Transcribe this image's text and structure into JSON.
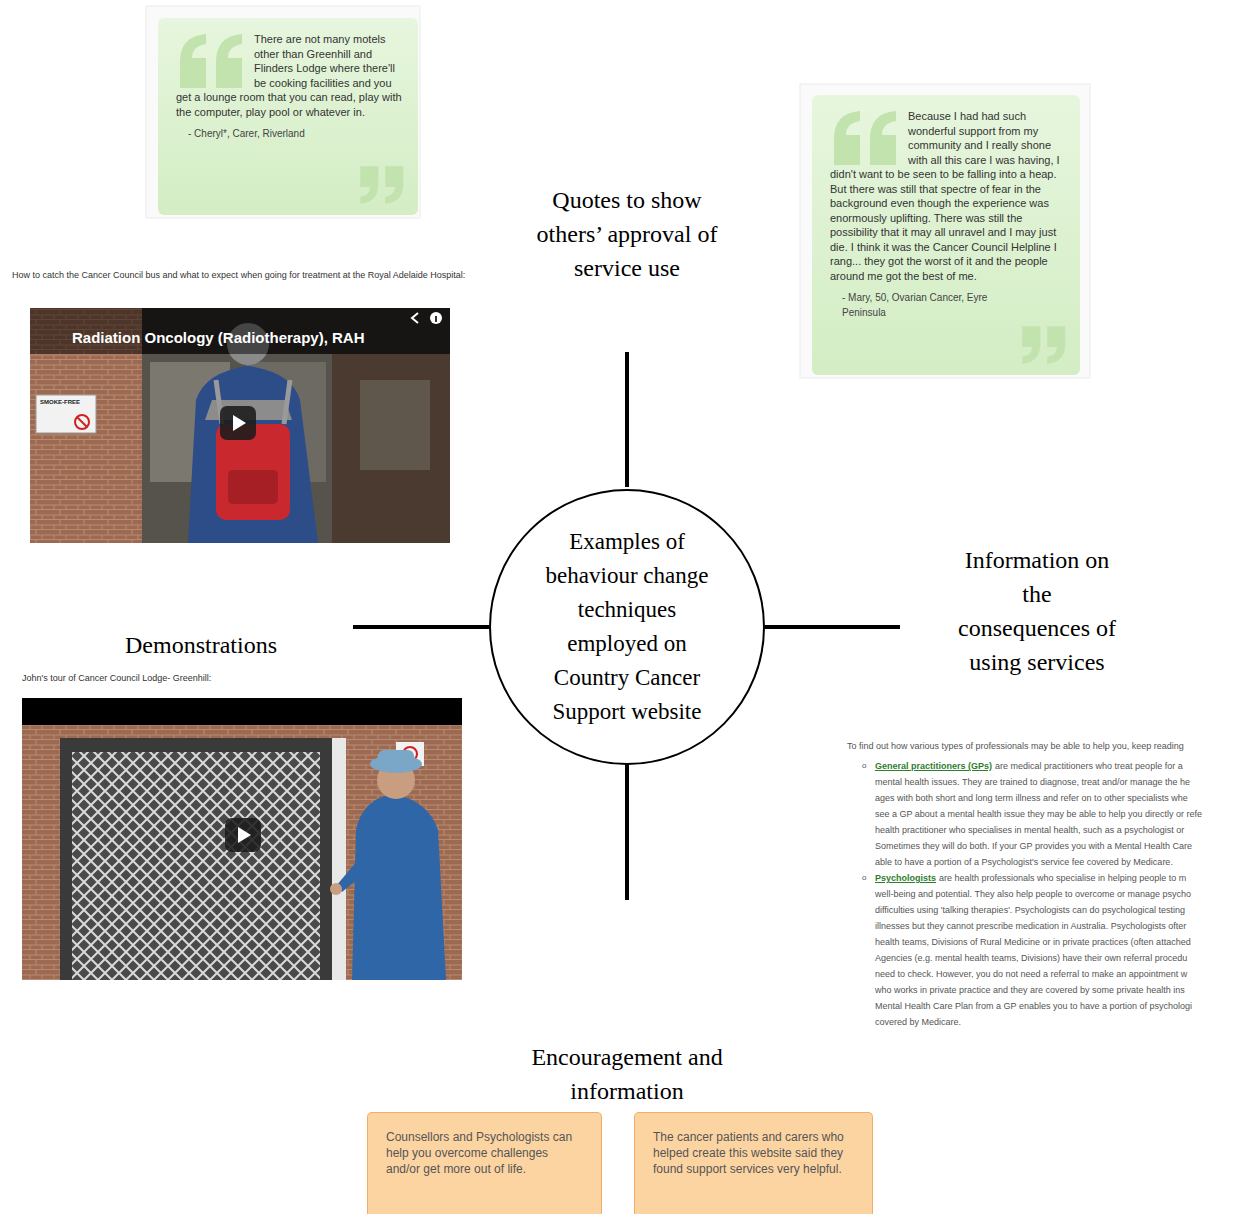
{
  "diagram": {
    "nodes": [
      {
        "text": [
          "There are not many motels other than Greenhill and Flinders Lodge where there'll be cooking facilities and you get a lounge room that you can read, play with the computer, play pool or whatever in.",
          "- Cheryl*, Carer, Riverland"
        ]
      },
      {
        "text": [
          "Because I had had such wonderful support from my community and I really shone with all this care I was having, I didn't want to be seen to be falling into a heap. But there was still that spectre of fear in the background even though the experience was enormously uplifting. There was still the possibility that it may all unravel and I may just die. I think it was the Cancer Council Helpline I rang... they got the worst of it and the people around me got the best of me.",
          "- Mary, 50, Ovarian Cancer, Eyre Peninsula"
        ]
      },
      {
        "text": [
          "Examples of behaviour change techniques employed on Country Cancer Support website"
        ]
      },
      {
        "text": [
          "Counsellors and Psychologists can help you overcome challenges and/or get more out of life."
        ]
      },
      {
        "text": [
          "The cancer patients and carers who helped create this website said they found support services very helpful."
        ]
      }
    ],
    "labels": [
      "Quotes to show others’ approval of service use",
      "How to catch the Cancer Council bus and what to expect when going for treatment at the Royal Adelaide Hospital:",
      "Radiation Oncology (Radiotherapy), RAH",
      "SMOKE-FREE",
      "Demonstrations",
      "John's tour of Cancer Council Lodge- Greenhill:",
      "Information on the consequences of using services",
      "To find out how various types of professionals may be able to help you, keep reading",
      "o",
      "General practitioners (GPs)",
      "are medical practitioners who treat people for a",
      "mental health issues. They are trained to diagnose, treat and/or manage the he",
      "ages with both short and long term illness and refer on to other specialists whe",
      "see a GP about a mental health issue they may be able to help you directly or refe",
      "health practitioner who specialises in mental health, such as a psychologist or",
      "Sometimes they will do both. If your GP provides you with a Mental Health Care",
      "able to have a portion of a Psychologist's service fee covered by Medicare.",
      "o",
      "Psychologists",
      "are health professionals who specialise in helping people to m",
      "well-being and potential. They also help people to overcome or manage psycho",
      "difficulties using 'talking therapies'. Psychologists can do psychological testing",
      "illnesses but they cannot prescribe medication in Australia. Psychologists ofter",
      "health teams, Divisions of Rural Medicine or in private practices (often attached",
      "Agencies (e.g. mental health teams, Divisions) have their own referral procedu",
      "need to check. However, you do not need a referral to make an appointment w",
      "who works in private practice and they are covered by some private health ins",
      "Mental Health Care Plan from a GP enables you to have a portion of psychologi",
      "covered by Medicare.",
      "Encouragement and information"
    ]
  }
}
